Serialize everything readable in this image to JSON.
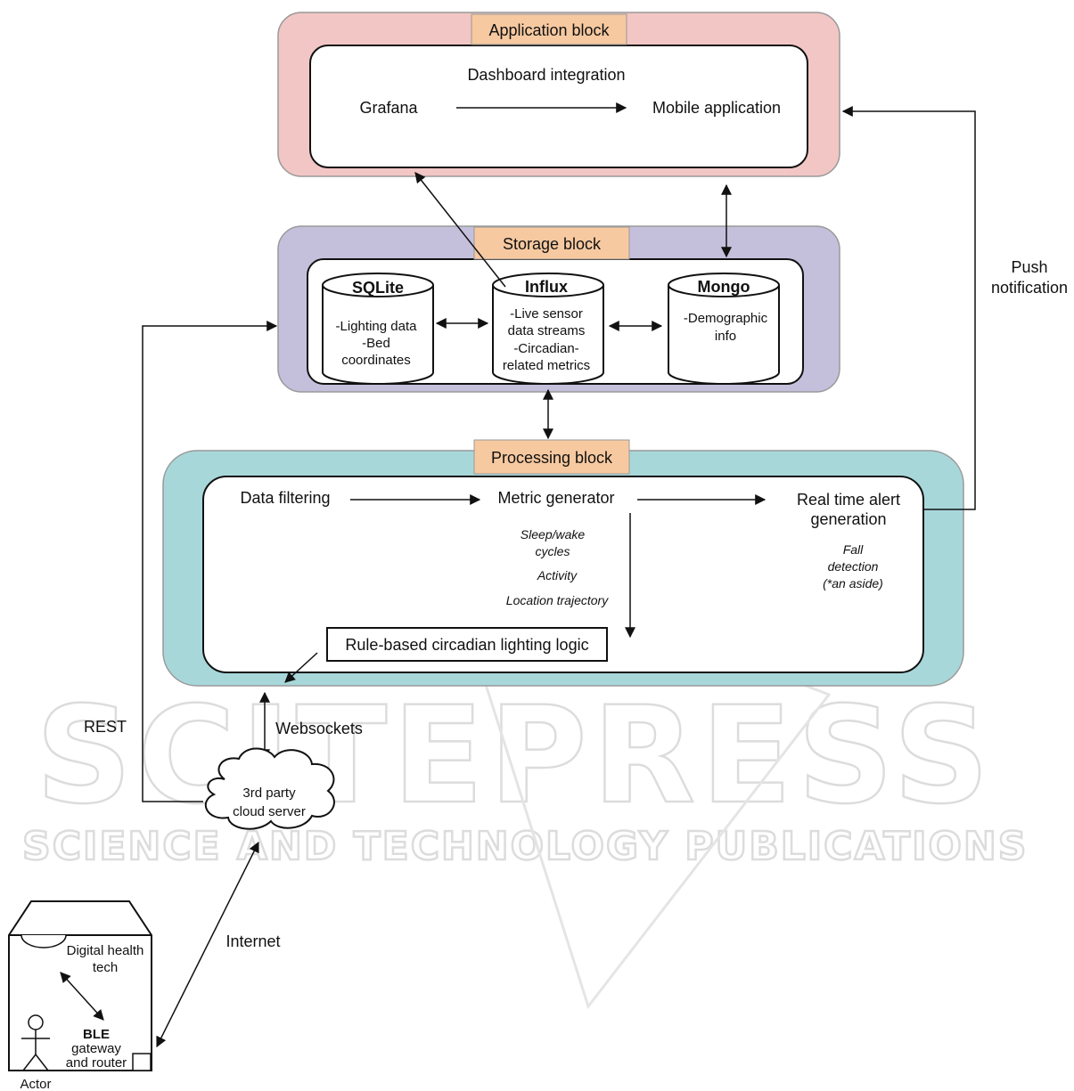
{
  "application_block": {
    "title": "Application block",
    "heading": "Dashboard integration",
    "left": "Grafana",
    "right": "Mobile application"
  },
  "storage_block": {
    "title": "Storage block",
    "sqlite": {
      "name": "SQLite",
      "lines": [
        "-Lighting data",
        "-Bed",
        "coordinates"
      ]
    },
    "influx": {
      "name": "Influx",
      "lines": [
        "-Live sensor",
        "data streams",
        "-Circadian-",
        "related metrics"
      ]
    },
    "mongo": {
      "name": "Mongo",
      "lines": [
        "-Demographic",
        "info"
      ]
    }
  },
  "processing_block": {
    "title": "Processing block",
    "data_filtering": "Data filtering",
    "metric_generator": "Metric generator",
    "metrics": [
      "Sleep/wake",
      "cycles",
      "Activity",
      "Location trajectory"
    ],
    "alert": [
      "Real time alert",
      "generation"
    ],
    "fall": [
      "Fall",
      "detection",
      "(*an aside)"
    ],
    "rule_logic": "Rule-based circadian lighting logic"
  },
  "links": {
    "push": [
      "Push",
      "notification"
    ],
    "rest": "REST",
    "websockets": "Websockets",
    "internet": "Internet"
  },
  "cloud": [
    "3rd party",
    "cloud server"
  ],
  "home": {
    "digital_health": [
      "Digital health",
      "tech"
    ],
    "ble": [
      "BLE",
      "gateway",
      "and router"
    ],
    "actor": "Actor"
  },
  "watermark": {
    "line1": "SCITEPRESS",
    "line2": "SCIENCE AND TECHNOLOGY PUBLICATIONS"
  },
  "colors": {
    "application": "#f2c6c4",
    "storage": "#c4c0dc",
    "processing": "#a8d7da",
    "tab": "#f7c9a0"
  }
}
